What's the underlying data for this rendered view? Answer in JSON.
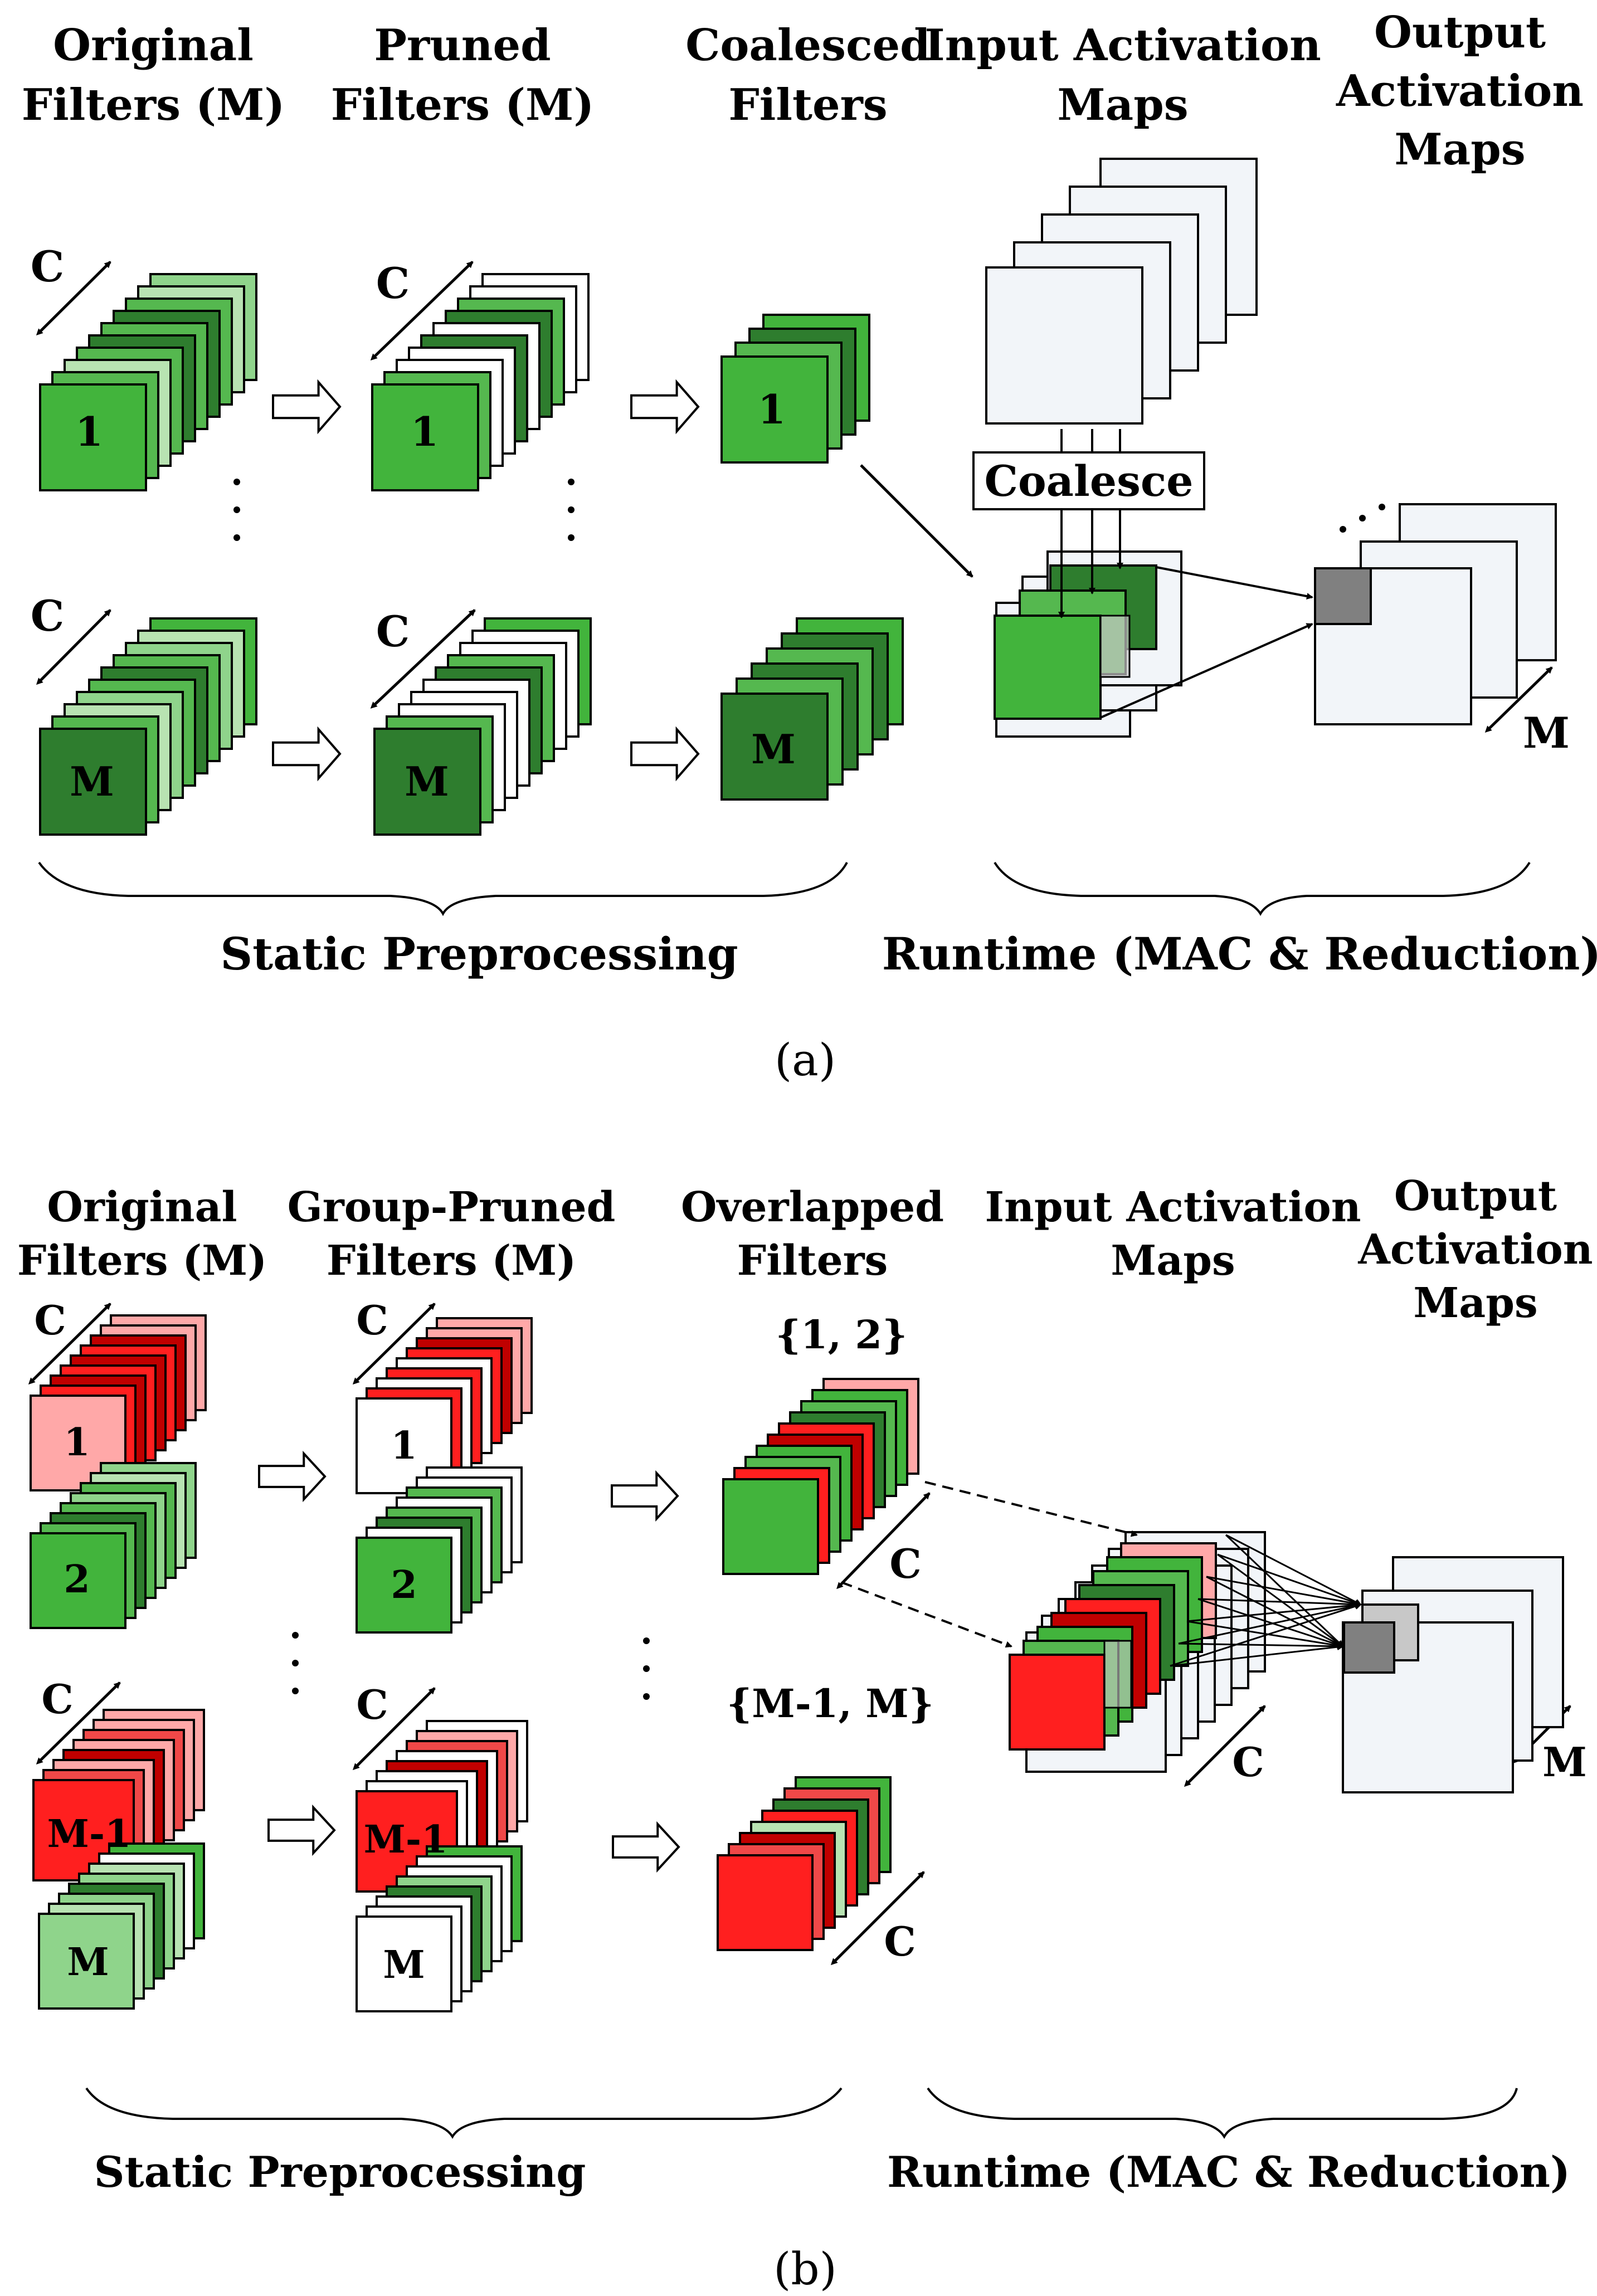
{
  "panel_a": {
    "headers": {
      "original": [
        "Original",
        "Filters (M)"
      ],
      "pruned": [
        "Pruned",
        "Filters (M)"
      ],
      "coalesced": [
        "Coalesced",
        "Filters"
      ],
      "input_maps": [
        "Input Activation",
        "Maps"
      ],
      "output_maps": [
        "Output",
        "Activation",
        "Maps"
      ]
    },
    "dimension_label": "C",
    "output_dimension_label": "M",
    "filter_first_label": "1",
    "filter_last_label": "M",
    "coalesce_label": "Coalesce",
    "static_label": "Static Preprocessing",
    "runtime_label": "Runtime (MAC & Reduction)",
    "caption": "(a)"
  },
  "panel_b": {
    "headers": {
      "original": [
        "Original",
        "Filters (M)"
      ],
      "group_pruned": [
        "Group-Pruned",
        "Filters (M)"
      ],
      "overlapped": [
        "Overlapped",
        "Filters"
      ],
      "input_maps": [
        "Input Activation",
        "Maps"
      ],
      "output_maps": [
        "Output",
        "Activation",
        "Maps"
      ]
    },
    "dimension_label": "C",
    "output_dimension_label": "M",
    "filter_labels": [
      "1",
      "2",
      "M-1",
      "M"
    ],
    "group_labels": [
      "{1, 2}",
      "{M-1, M}"
    ],
    "static_label": "Static Preprocessing",
    "runtime_label": "Runtime (MAC & Reduction)",
    "caption": "(b)"
  },
  "colors": {
    "green_bright": "#42b43c",
    "green_dark": "#2e7d2e",
    "green_medium": "#55b84f",
    "green_light": "#8fd48b",
    "green_pale": "#b8e3b2",
    "red_bright": "#ff1f1f",
    "red_dark": "#c00000",
    "red_medium": "#f04848",
    "pink": "#ffa8a8",
    "map_fill": "#f2f5f9",
    "gray": "#808080",
    "gray_light": "#c8c8c8"
  }
}
